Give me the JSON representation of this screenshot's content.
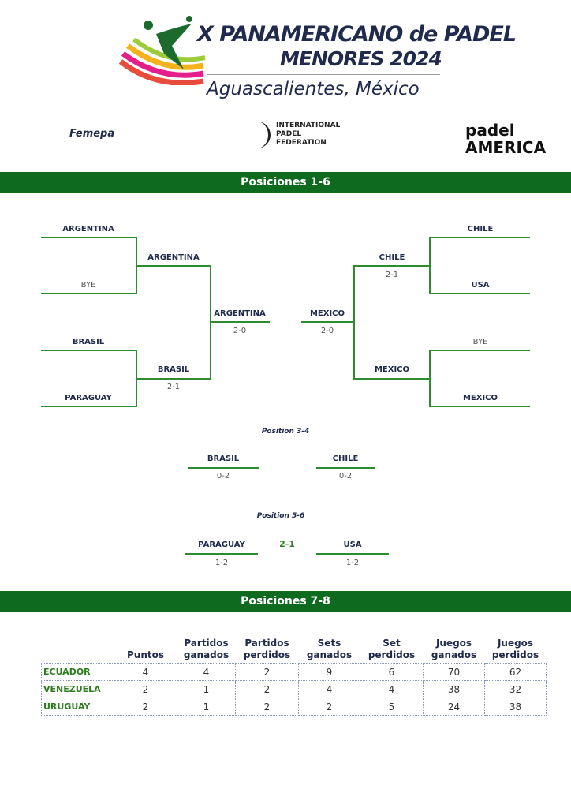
{
  "header": {
    "title_line1": "X PANAMERICANO de PADEL",
    "title_line2": "MENORES 2024",
    "location": "Aguascalientes, México",
    "sponsors": [
      "Femepa",
      "INTERNATIONAL PADEL FEDERATION",
      "padel AMERICA"
    ]
  },
  "section1": {
    "title": "Posiciones 1-6"
  },
  "bracket": {
    "left_r1": [
      {
        "name": "ARGENTINA"
      },
      {
        "name": "BYE"
      },
      {
        "name": "BRASIL"
      },
      {
        "name": "PARAGUAY"
      }
    ],
    "left_r2": [
      {
        "name": "ARGENTINA",
        "score": ""
      },
      {
        "name": "BRASIL",
        "score": "2-1"
      }
    ],
    "left_final": {
      "name": "ARGENTINA",
      "score": "2-0"
    },
    "right_final": {
      "name": "MEXICO",
      "score": "2-0"
    },
    "right_r2": [
      {
        "name": "CHILE",
        "score": "2-1"
      },
      {
        "name": "MEXICO",
        "score": ""
      }
    ],
    "right_r1": [
      {
        "name": "CHILE"
      },
      {
        "name": "USA"
      },
      {
        "name": "BYE"
      },
      {
        "name": "MEXICO"
      }
    ]
  },
  "pos34": {
    "title": "Position 3-4",
    "team1": "BRASIL",
    "score1": "0-2",
    "team2": "CHILE",
    "score2": "0-2"
  },
  "pos56": {
    "title": "Position 5-6",
    "team1": "PARAGUAY",
    "score1": "1-2",
    "result": "2-1",
    "team2": "USA",
    "score2": "1-2"
  },
  "section2": {
    "title": "Posiciones 7-8"
  },
  "table": {
    "headers": [
      "Puntos",
      "Partidos ganados",
      "Partidos perdidos",
      "Sets ganados",
      "Set perdidos",
      "Juegos ganados",
      "Juegos perdidos"
    ],
    "rows": [
      {
        "team": "ECUADOR",
        "values": [
          "4",
          "4",
          "2",
          "9",
          "6",
          "70",
          "62"
        ]
      },
      {
        "team": "VENEZUELA",
        "values": [
          "2",
          "1",
          "2",
          "4",
          "4",
          "38",
          "32"
        ]
      },
      {
        "team": "URUGUAY",
        "values": [
          "2",
          "1",
          "2",
          "2",
          "5",
          "24",
          "38"
        ]
      }
    ]
  }
}
